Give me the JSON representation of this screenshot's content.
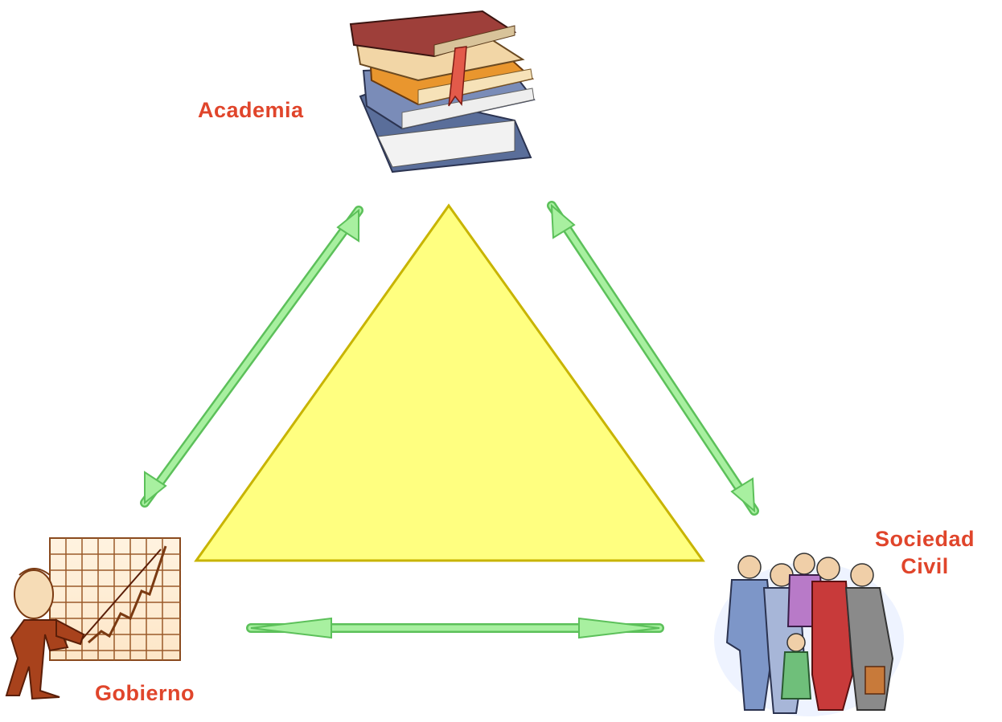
{
  "nodes": {
    "academia": {
      "label": "Academia",
      "icon": "books-icon"
    },
    "gobierno": {
      "label": "Gobierno",
      "icon": "presenter-chart-icon"
    },
    "sociedad_civil": {
      "label_line1": "Sociedad",
      "label_line2": "Civil",
      "icon": "people-group-icon"
    }
  },
  "connections": [
    {
      "from": "academia",
      "to": "gobierno",
      "type": "bidirectional"
    },
    {
      "from": "academia",
      "to": "sociedad_civil",
      "type": "bidirectional"
    },
    {
      "from": "gobierno",
      "to": "sociedad_civil",
      "type": "bidirectional"
    }
  ],
  "colors": {
    "label": "#e0452b",
    "triangle_fill": "#ffff80",
    "triangle_stroke": "#c8b400",
    "arrow_fill": "#a8f0a0",
    "arrow_stroke": "#5cc05a"
  }
}
